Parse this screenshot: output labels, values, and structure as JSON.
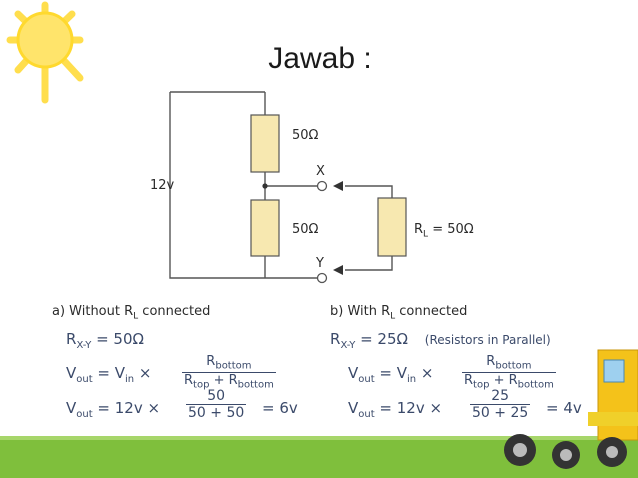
{
  "slide": {
    "title": "Jawab :",
    "accent_grass": "#7fbf3c",
    "sun_color": "#ffd92e"
  },
  "circuit": {
    "source_label": "12v",
    "top_resistor_label": "50Ω",
    "bottom_resistor_label": "50Ω",
    "load_label": "R",
    "load_sub": "L",
    "load_value": " = 50Ω",
    "node_x_label": "X",
    "node_y_label": "Y"
  },
  "case_a": {
    "heading_pre": "a)  Without R",
    "heading_sub": "L",
    "heading_post": " connected",
    "rxy_R": "R",
    "rxy_sub": "X-Y",
    "rxy_value": " =  50Ω",
    "vout_V": "V",
    "vout_sub": "out",
    "vout_eq": " =  V",
    "vin_sub": "in",
    "times": " ×",
    "frac_num": "R",
    "frac_num_sub": "bottom",
    "frac_den_a": "R",
    "frac_den_a_sub": "top",
    "frac_den_b": " + R",
    "frac_den_b_sub": "bottom",
    "vout2_eq": " =  12v  ×",
    "num_frac_num": "50",
    "num_frac_den": "50 + 50",
    "result": "=  6v"
  },
  "case_b": {
    "heading_pre": "b)  With R",
    "heading_sub": "L",
    "heading_post": " connected",
    "rxy_R": "R",
    "rxy_sub": "X-Y",
    "rxy_value": " =  25Ω",
    "rxy_note": "(Resistors in Parallel)",
    "vout_V": "V",
    "vout_sub": "out",
    "vout_eq": " =  V",
    "vin_sub": "in",
    "times": " ×",
    "frac_num": "R",
    "frac_num_sub": "bottom",
    "frac_den_a": "R",
    "frac_den_a_sub": "top",
    "frac_den_b": " + R",
    "frac_den_b_sub": "bottom",
    "vout2_eq": " =  12v  ×",
    "num_frac_num": "25",
    "num_frac_den": "50 + 25",
    "result": "=  4v"
  }
}
